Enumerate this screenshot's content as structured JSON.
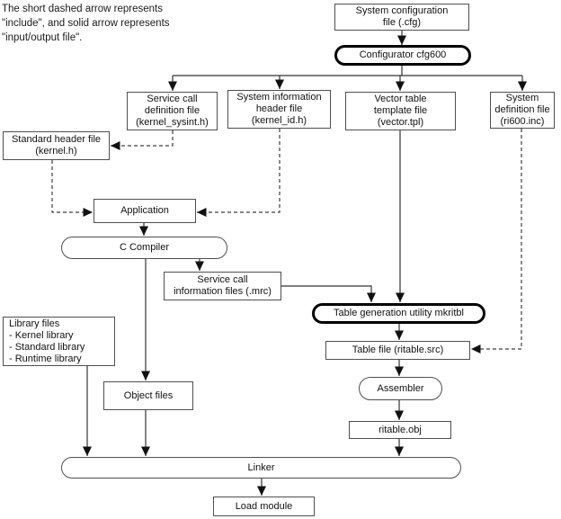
{
  "legend": {
    "text": "The short dashed arrow represents\n\"include\", and solid arrow represents\n\"input/output file\"."
  },
  "nodes": {
    "system_config": {
      "label": "System configuration\nfile (.cfg)"
    },
    "configurator": {
      "label": "Configurator cfg600"
    },
    "service_call_def": {
      "label": "Service call\ndefinition file\n(kernel_sysint.h)"
    },
    "sys_info_header": {
      "label": "System information\nheader file\n(kernel_id.h)"
    },
    "vector_table": {
      "label": "Vector table\ntemplate file\n(vector.tpl)"
    },
    "sys_def": {
      "label": "System\ndefinition file\n(ri600.inc)"
    },
    "std_header": {
      "label": "Standard header file\n(kernel.h)"
    },
    "application": {
      "label": "Application"
    },
    "c_compiler": {
      "label": "C Compiler"
    },
    "service_call_info": {
      "label": "Service call\ninformation files (.mrc)"
    },
    "library_files": {
      "label": "Library files\n- Kernel library\n- Standard library\n- Runtime library"
    },
    "table_gen": {
      "label": "Table generation utility mkritbl"
    },
    "table_file": {
      "label": "Table file (ritable.src)"
    },
    "assembler": {
      "label": "Assembler"
    },
    "ritable_obj": {
      "label": "ritable.obj"
    },
    "object_files": {
      "label": "Object files"
    },
    "linker": {
      "label": "Linker"
    },
    "load_module": {
      "label": "Load module"
    }
  },
  "edges": [
    {
      "from": "system_config",
      "to": "configurator",
      "style": "solid"
    },
    {
      "from": "configurator",
      "to": "service_call_def",
      "style": "solid"
    },
    {
      "from": "configurator",
      "to": "sys_info_header",
      "style": "solid"
    },
    {
      "from": "configurator",
      "to": "vector_table",
      "style": "solid"
    },
    {
      "from": "configurator",
      "to": "sys_def",
      "style": "solid"
    },
    {
      "from": "service_call_def",
      "to": "std_header",
      "style": "dashed"
    },
    {
      "from": "std_header",
      "to": "application",
      "style": "dashed"
    },
    {
      "from": "sys_info_header",
      "to": "application",
      "style": "dashed"
    },
    {
      "from": "sys_def",
      "to": "table_file",
      "style": "dashed"
    },
    {
      "from": "application",
      "to": "c_compiler",
      "style": "solid"
    },
    {
      "from": "c_compiler",
      "to": "service_call_info",
      "style": "solid"
    },
    {
      "from": "c_compiler",
      "to": "object_files",
      "style": "solid"
    },
    {
      "from": "service_call_info",
      "to": "table_gen",
      "style": "solid"
    },
    {
      "from": "vector_table",
      "to": "table_gen",
      "style": "solid"
    },
    {
      "from": "table_gen",
      "to": "table_file",
      "style": "solid"
    },
    {
      "from": "table_file",
      "to": "assembler",
      "style": "solid"
    },
    {
      "from": "assembler",
      "to": "ritable_obj",
      "style": "solid"
    },
    {
      "from": "ritable_obj",
      "to": "linker",
      "style": "solid"
    },
    {
      "from": "object_files",
      "to": "linker",
      "style": "solid"
    },
    {
      "from": "library_files",
      "to": "linker",
      "style": "solid"
    },
    {
      "from": "linker",
      "to": "load_module",
      "style": "solid"
    }
  ],
  "colors": {
    "background": "#ffffff",
    "line": "#333333",
    "arrowhead": "#111111",
    "box_border": "#4f4f4f",
    "bold_border": "#000000",
    "text": "#111111"
  }
}
